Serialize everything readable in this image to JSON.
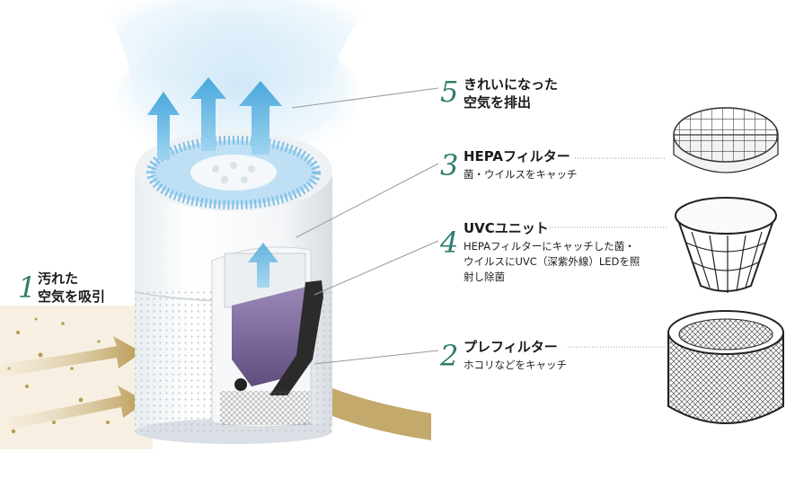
{
  "colors": {
    "accent_number": "#2f7d6e",
    "leader_line": "#9a9a9a",
    "airflow_clean": "#5ab8e6",
    "airflow_dirty": "#b89a52",
    "filter_purple": "#7c6a9c"
  },
  "callouts": [
    {
      "number": "5",
      "title_lines": [
        "きれいになった",
        "空気を排出"
      ]
    },
    {
      "number": "3",
      "title": "HEPAフィルター",
      "description": "菌・ウイルスをキャッチ"
    },
    {
      "number": "4",
      "title": "UVCユニット",
      "description_lines": [
        "HEPAフィルターにキャッチした菌・",
        "ウイルスにUVC（深紫外線）LEDを照",
        "射し除菌"
      ]
    },
    {
      "number": "2",
      "title": "プレフィルター",
      "description": "ホコリなどをキャッチ"
    },
    {
      "number": "1",
      "title_lines": [
        "汚れた",
        "空気を吸引"
      ]
    }
  ],
  "parts": [
    "hepa-filter-illustration",
    "uvc-unit-illustration",
    "pre-filter-illustration"
  ]
}
